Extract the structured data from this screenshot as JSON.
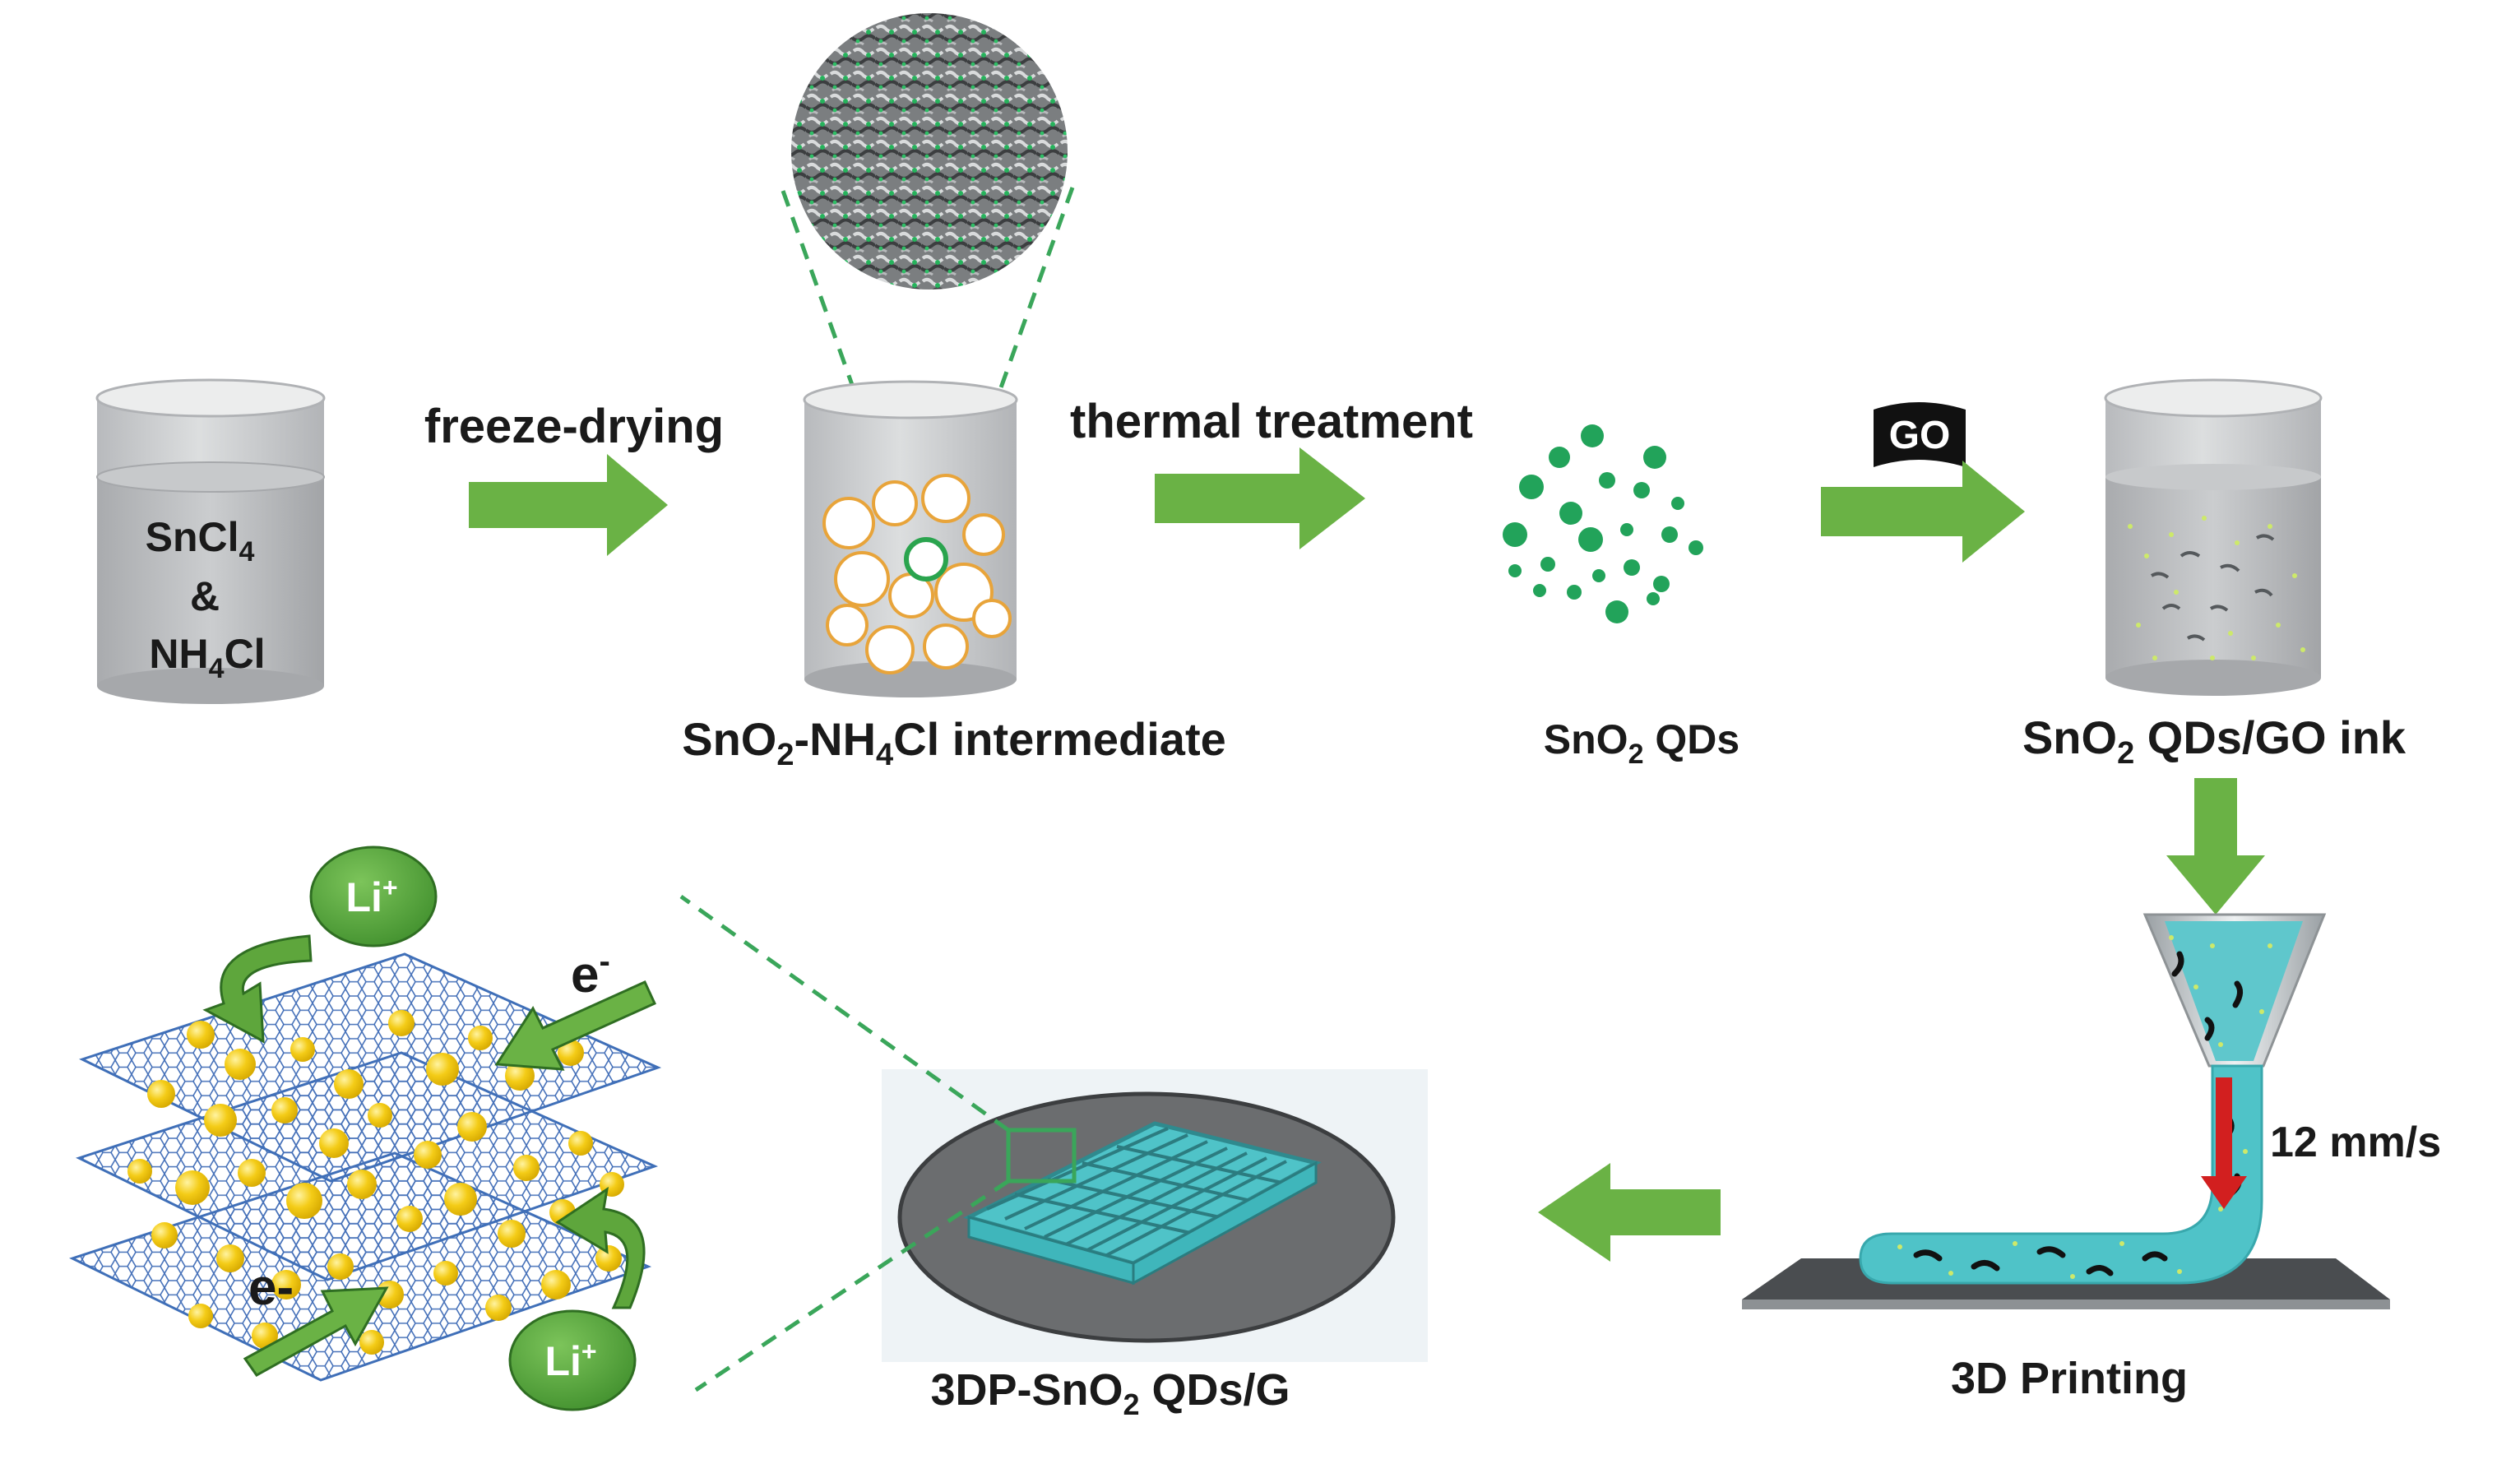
{
  "steps": {
    "precursor": {
      "line1": "SnCl",
      "line1_sub": "4",
      "line2": "&",
      "line3": "NH",
      "line3_sub": "4",
      "line3_end": "Cl"
    },
    "freeze_drying": "freeze-drying",
    "intermediate": {
      "part1": "SnO",
      "sub1": "2",
      "part2": "-NH",
      "sub2": "4",
      "part3": "Cl intermediate"
    },
    "thermal_treatment": "thermal treatment",
    "qds": {
      "part1": "SnO",
      "sub1": "2",
      "part2": " QDs"
    },
    "go_flag": "GO",
    "ink": {
      "part1": "SnO",
      "sub1": "2",
      "part2": " QDs/GO ink"
    },
    "printing": "3D Printing",
    "speed": "12 mm/s",
    "product": {
      "part1": "3DP-SnO",
      "sub1": "2",
      "part2": " QDs/G"
    }
  },
  "mechanism": {
    "ion_top": {
      "text": "Li",
      "sup": "+"
    },
    "ion_bottom": {
      "text": "Li",
      "sup": "+"
    },
    "electron_top": {
      "text": "e",
      "sup": "-"
    },
    "electron_bottom": {
      "text": "e-"
    }
  },
  "colors": {
    "arrow_green": "#6ab245",
    "qd_green": "#22a35a",
    "ion_green": "#56a83e",
    "ink_teal": "#4fc3c8",
    "speed_arrow": "#d21f1f",
    "graphene_blue": "#3f6fb8",
    "qd_yellow": "#f4cc17",
    "beaker_gray": "#c9cbcd"
  }
}
